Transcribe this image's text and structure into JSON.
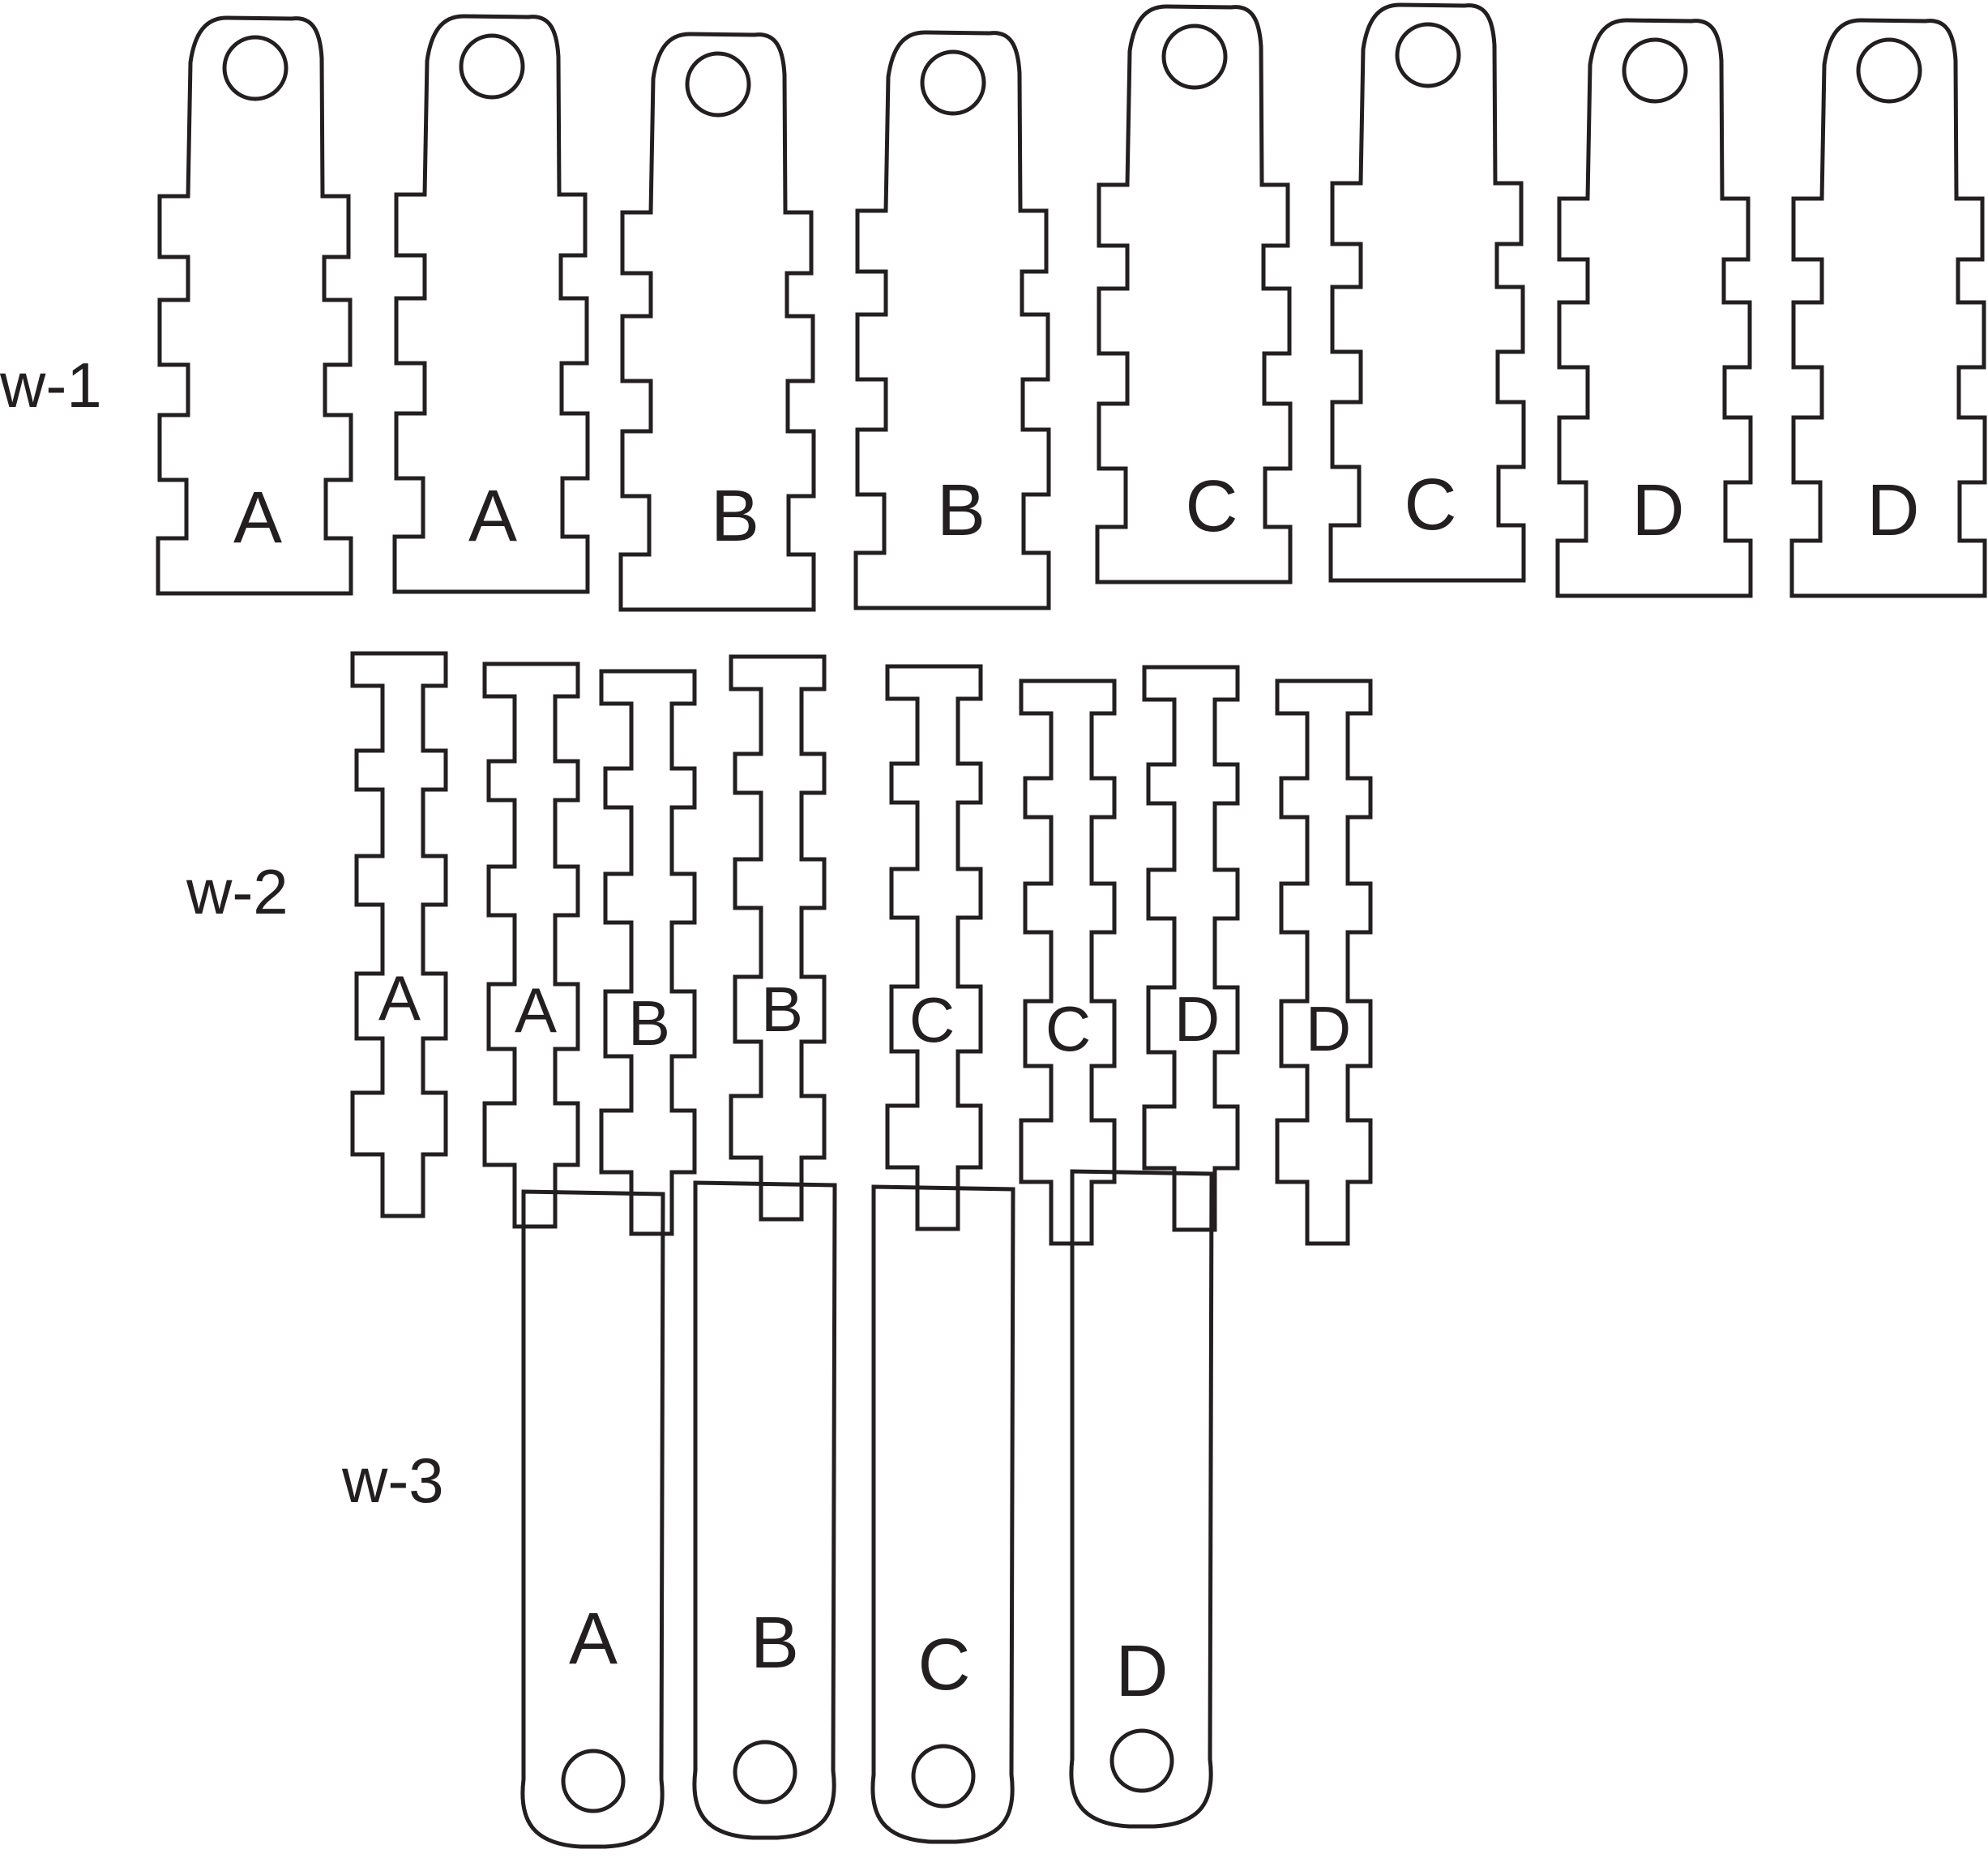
{
  "rows": {
    "w1": {
      "label": "w-1",
      "pieces": [
        "A",
        "A",
        "B",
        "B",
        "C",
        "C",
        "D",
        "D"
      ]
    },
    "w2": {
      "label": "w-2",
      "pieces": [
        "A",
        "A",
        "B",
        "B",
        "C",
        "C",
        "D",
        "D"
      ]
    },
    "w3": {
      "label": "w-3",
      "pieces": [
        "A",
        "B",
        "C",
        "D"
      ]
    }
  },
  "colors": {
    "stroke": "#231f20",
    "background": "#ffffff"
  }
}
